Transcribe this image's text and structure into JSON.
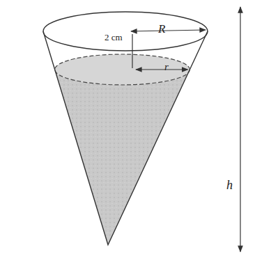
{
  "diagram": {
    "labels": [
      "2 cm",
      "R",
      "r",
      "h"
    ]
  }
}
